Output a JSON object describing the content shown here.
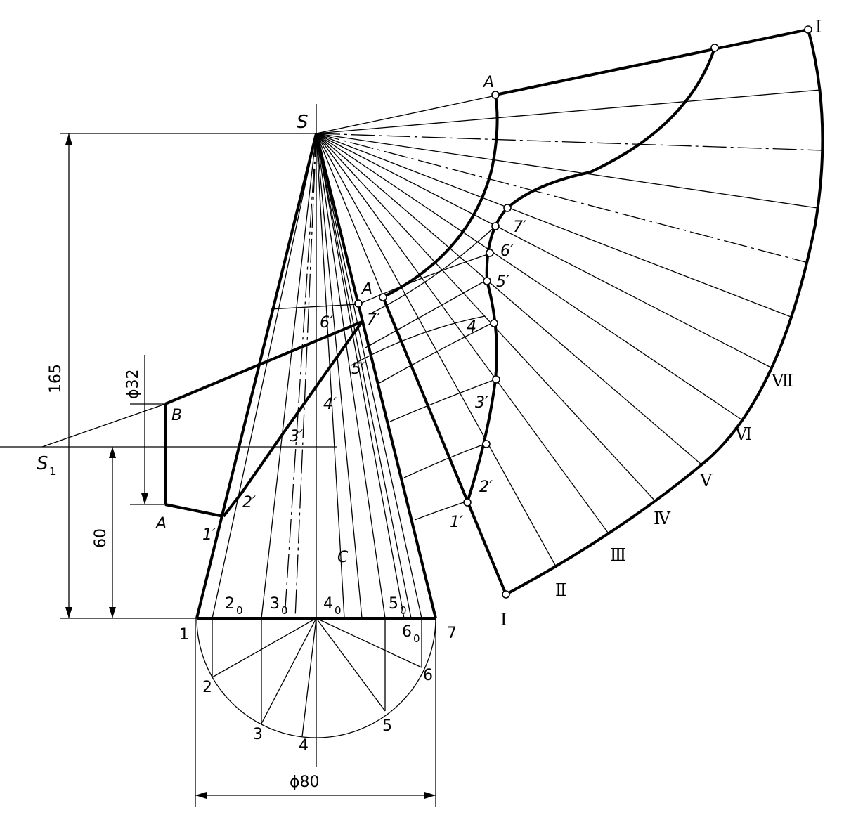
{
  "labels": {
    "apex": "S",
    "apex_aux": "S",
    "apex_aux_sub": "1",
    "point_a_side": "A",
    "point_b": "B",
    "point_a_top": "A",
    "point_a_mid": "A",
    "point_c": "C"
  },
  "dimensions": {
    "height": "165",
    "offset": "60",
    "small_diameter": "ϕ32",
    "base_diameter": "ϕ80"
  },
  "base_points": [
    "1",
    "2",
    "3",
    "4",
    "5",
    "6",
    "7"
  ],
  "base_projections": [
    {
      "main": "2",
      "sub": "0"
    },
    {
      "main": "3",
      "sub": "0"
    },
    {
      "main": "4",
      "sub": "0"
    },
    {
      "main": "5",
      "sub": "0"
    },
    {
      "main": "6",
      "sub": "0"
    }
  ],
  "intersection_points": [
    "1′",
    "2′",
    "3′",
    "4′",
    "5′",
    "6′",
    "7′"
  ],
  "development_points": [
    "1′",
    "2′",
    "3′",
    "4",
    "5′",
    "6′",
    "7′"
  ],
  "development_roman": [
    "I",
    "Ⅱ",
    "Ⅲ",
    "Ⅳ",
    "Ⅴ",
    "Ⅵ",
    "Ⅶ",
    "I"
  ]
}
